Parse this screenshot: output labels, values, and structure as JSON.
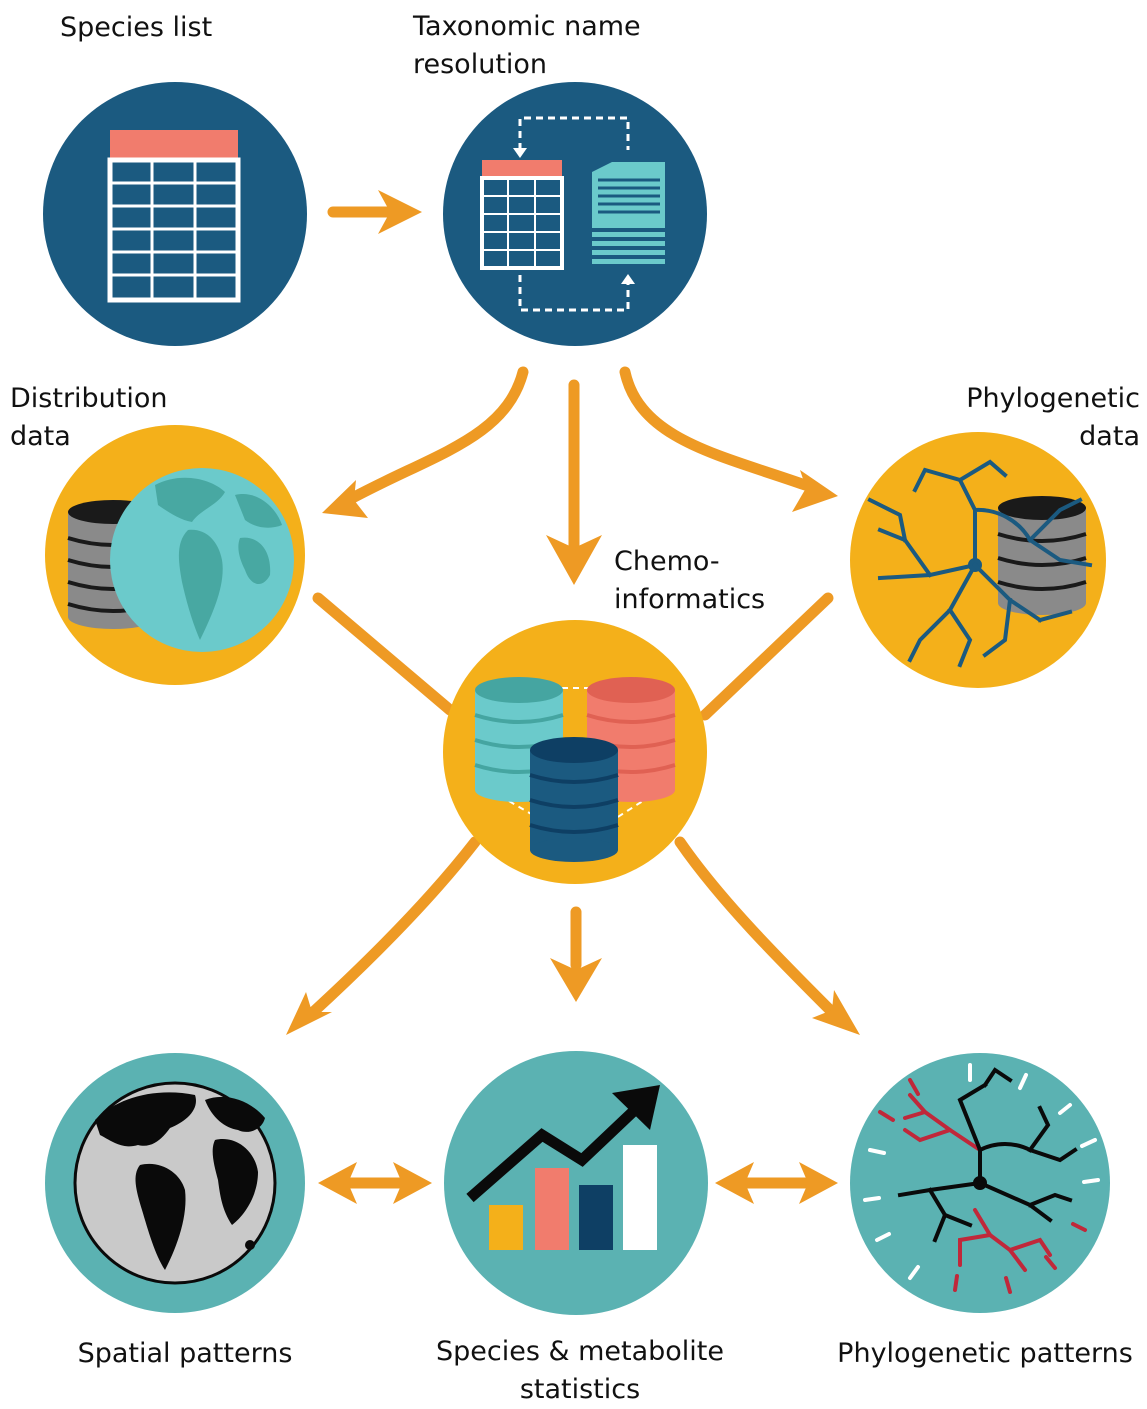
{
  "colors": {
    "navy": "#1B5A80",
    "orange": "#F4B01A",
    "teal": "#5BB2B2",
    "arrow": "#EE9A24",
    "salmon": "#F17C6D",
    "light_teal": "#6BCACB",
    "dark_navy": "#0E3F64",
    "red": "#C0283A",
    "grey": "#8A8A8A"
  },
  "nodes": {
    "species_list": {
      "label": "Species list",
      "icon": "table-icon"
    },
    "taxonomic": {
      "label_lines": [
        "Taxonomic name",
        "resolution"
      ],
      "icon": "table-document-exchange-icon"
    },
    "distribution": {
      "label_lines": [
        "Distribution",
        "data"
      ],
      "icon": "database-globe-icon"
    },
    "chemo": {
      "label_lines": [
        "Chemo-",
        "informatics"
      ],
      "icon": "databases-icon"
    },
    "phylo_data": {
      "label_lines": [
        "Phylogenetic",
        "data"
      ],
      "icon": "tree-database-icon"
    },
    "spatial": {
      "label": "Spatial patterns",
      "icon": "globe-icon"
    },
    "stats": {
      "label_lines": [
        "Species & metabolite",
        "statistics"
      ],
      "icon": "bar-chart-trend-icon"
    },
    "phylo_patterns": {
      "label": "Phylogenetic patterns",
      "icon": "circular-tree-icon"
    }
  }
}
